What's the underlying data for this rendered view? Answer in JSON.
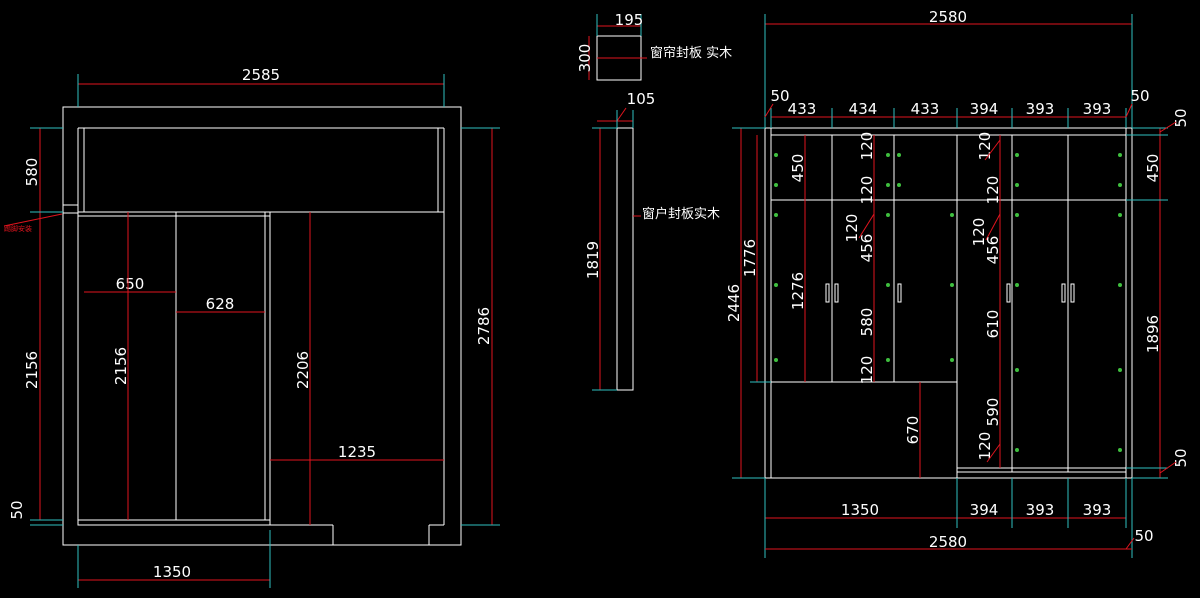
{
  "colors": {
    "background": "#000000",
    "lines": "#ffffff",
    "dimensions": "#e0141e",
    "extension": "#2fbfbf",
    "hinges": "#3fbf3f"
  },
  "left_plan": {
    "top_width": "2585",
    "left_top": "580",
    "left_mid": "2156",
    "left_bot": "50",
    "right_total": "2786",
    "inner_650": "650",
    "inner_628": "628",
    "inner_2156": "2156",
    "inner_2206": "2206",
    "inner_1235": "1235",
    "bottom_1350": "1350",
    "small_red_label": "踢脚安装"
  },
  "curtain_board": {
    "width": "195",
    "height": "300",
    "label": "窗帘封板 实木"
  },
  "window_board": {
    "width": "105",
    "height": "1819",
    "label": "窗户封板实木"
  },
  "elevation": {
    "top_total": "2580",
    "top_left_50": "50",
    "top_right_50": "50",
    "top_cols": [
      "433",
      "434",
      "433",
      "394",
      "393",
      "393"
    ],
    "left_2446": "2446",
    "left_1776": "1776",
    "v_450a": "450",
    "v_1276": "1276",
    "v_120a": "120",
    "v_120b": "120",
    "v_120c": "120",
    "v_456a": "456",
    "v_580": "580",
    "v_120d": "120",
    "v_670": "670",
    "v_120e": "120",
    "v_120f": "120",
    "v_120g": "120",
    "v_456b": "456",
    "v_610": "610",
    "v_590": "590",
    "v_120h": "120",
    "right_50a": "50",
    "right_450": "450",
    "right_1896": "1896",
    "right_50b": "50",
    "bottom_cols": [
      "1350",
      "394",
      "393",
      "393"
    ],
    "bottom_total": "2580",
    "bottom_50": "50"
  }
}
